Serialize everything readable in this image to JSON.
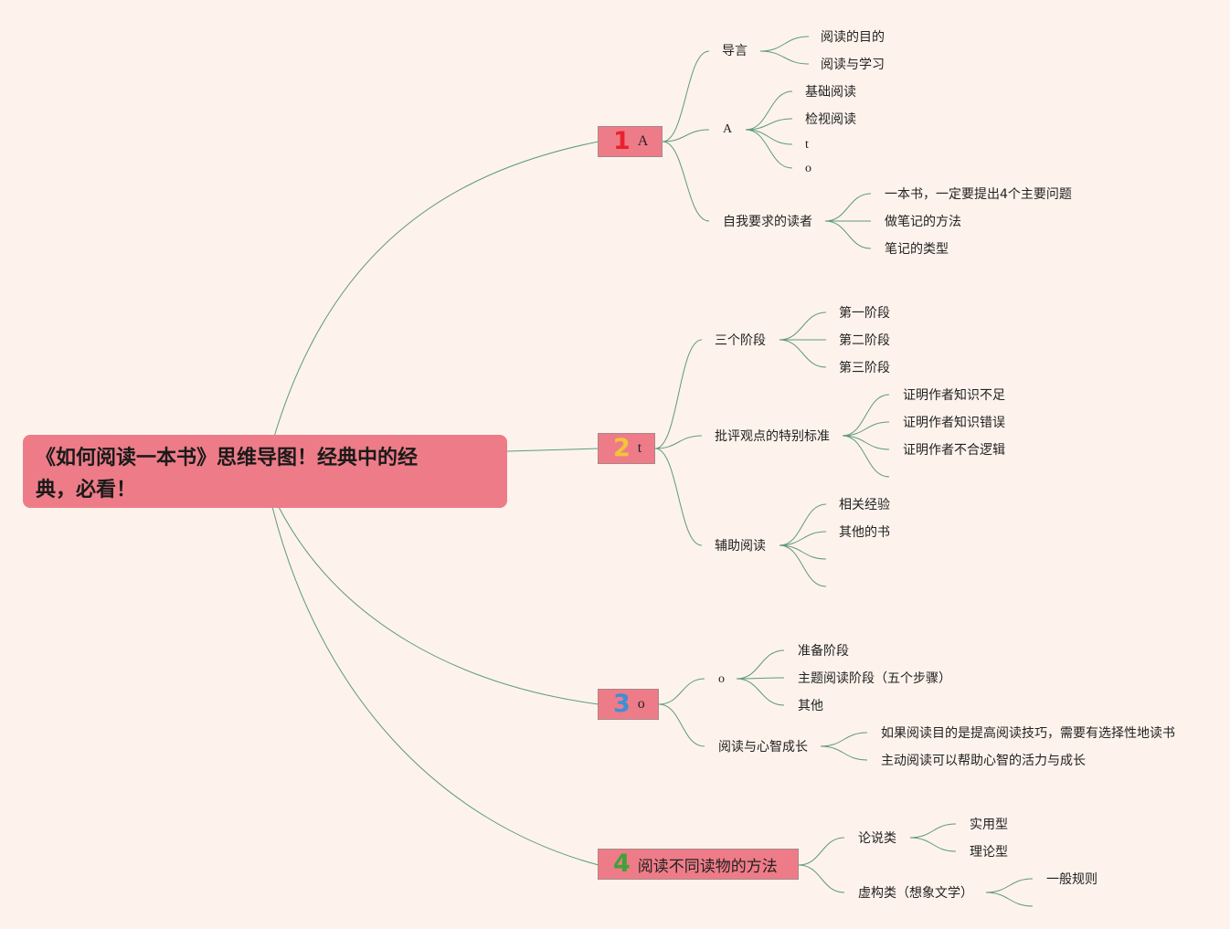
{
  "root": {
    "title_line1": "《如何阅读一本书》思维导图！经典中的经",
    "title_line2": "典，必看！"
  },
  "colors": {
    "background": "#fdf3ec",
    "node_fill": "#ee7c88",
    "edge": "#5f9a7c",
    "num1": "#e8232e",
    "num2": "#f2c43a",
    "num3": "#3d8fd6",
    "num4": "#3fa23a"
  },
  "branches": [
    {
      "number": "1",
      "label": "A",
      "children": [
        {
          "label": "导言",
          "children": [
            "阅读的目的",
            "阅读与学习"
          ]
        },
        {
          "label": "A",
          "children": [
            "基础阅读",
            "检视阅读",
            "t",
            "o"
          ]
        },
        {
          "label": "自我要求的读者",
          "children": [
            "一本书，一定要提出4个主要问题",
            "做笔记的方法",
            "笔记的类型"
          ]
        }
      ]
    },
    {
      "number": "2",
      "label": "t",
      "children": [
        {
          "label": "三个阶段",
          "children": [
            "第一阶段",
            "第二阶段",
            "第三阶段"
          ]
        },
        {
          "label": "批评观点的特别标准",
          "children": [
            "证明作者知识不足",
            "证明作者知识错误",
            "证明作者不合逻辑"
          ]
        },
        {
          "label": "辅助阅读",
          "children": [
            "相关经验",
            "其他的书",
            "",
            ""
          ]
        }
      ]
    },
    {
      "number": "3",
      "label": "o",
      "children": [
        {
          "label": "o",
          "children": [
            "准备阶段",
            "主题阅读阶段（五个步骤）",
            "其他"
          ]
        },
        {
          "label": "阅读与心智成长",
          "children": [
            "如果阅读目的是提高阅读技巧，需要有选择性地读书",
            "主动阅读可以帮助心智的活力与成长"
          ]
        }
      ]
    },
    {
      "number": "4",
      "label": "阅读不同读物的方法",
      "children": [
        {
          "label": "论说类",
          "children": [
            "实用型",
            "理论型"
          ]
        },
        {
          "label": "虚构类（想象文学）",
          "children": [
            "一般规则",
            ""
          ]
        }
      ]
    }
  ]
}
